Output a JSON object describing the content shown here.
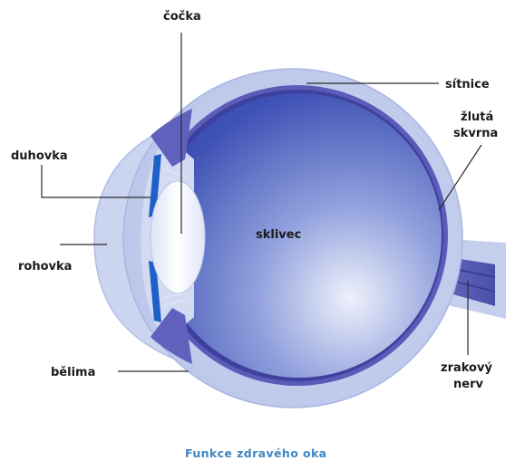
{
  "labels": {
    "cocka": "čočka",
    "sitnice": "sítnice",
    "zluta_line1": "žlutá",
    "zluta_line2": "skvrna",
    "duhovka": "duhovka",
    "sklivec": "sklivec",
    "rohovka": "rohovka",
    "belima": "bělima",
    "zrakovy_line1": "zrakový",
    "zrakovy_line2": "nerv"
  },
  "caption": "Funkce zdravého oka",
  "colors": {
    "sclera": "#c9d3ee",
    "choroid": "#5a5cb8",
    "retina": "#3c3c9c",
    "vitreous_light": "#eceffb",
    "vitreous_dark": "#3b4fb3",
    "iris": "#1f5fc8",
    "lens": "#f3f5fb",
    "caption": "#3f86c4"
  }
}
